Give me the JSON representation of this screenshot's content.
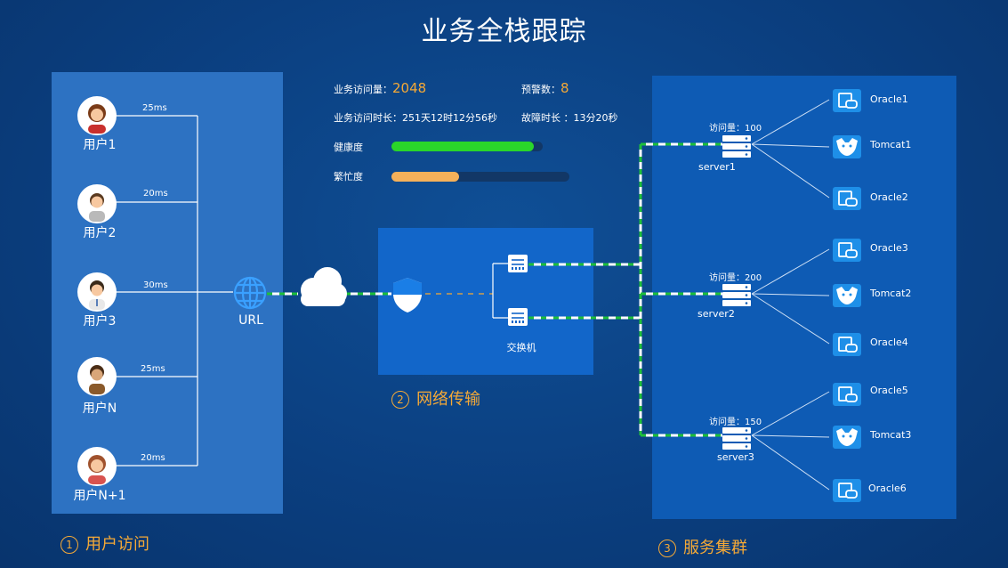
{
  "title": "业务全栈跟踪",
  "stats": {
    "visits_label": "业务访问量：",
    "visits_value": "2048",
    "alerts_label": "预警数：",
    "alerts_value": "8",
    "duration": "业务访问时长：251天12时12分56秒",
    "fault_duration": "故障时长 ：13分20秒",
    "health_label": "健康度",
    "health_fraction": 0.94,
    "busy_label": "繁忙度",
    "busy_fraction": 0.38
  },
  "users": [
    {
      "name": "用户1",
      "latency": "25ms"
    },
    {
      "name": "用户2",
      "latency": "20ms"
    },
    {
      "name": "用户3",
      "latency": "30ms"
    },
    {
      "name": "用户N",
      "latency": "25ms"
    },
    {
      "name": "用户N+1",
      "latency": "20ms"
    }
  ],
  "url_label": "URL",
  "switch_label": "交换机",
  "servers": [
    {
      "name": "server1",
      "visits": "访问量：100",
      "nodes": [
        "Oracle1",
        "Tomcat1",
        "Oracle2"
      ]
    },
    {
      "name": "server2",
      "visits": "访问量：200",
      "nodes": [
        "Oracle3",
        "Tomcat2",
        "Oracle4"
      ]
    },
    {
      "name": "server3",
      "visits": "访问量：150",
      "nodes": [
        "Oracle5",
        "Tomcat3",
        "Oracle6"
      ]
    }
  ],
  "sections": {
    "s1_num": "1",
    "s1": "用户访问",
    "s2_num": "2",
    "s2": "网络传输",
    "s3_num": "3",
    "s3": "服务集群"
  },
  "colors": {
    "accent": "#f5a936",
    "health": "#2ad62a",
    "busy": "#f5b15a",
    "link_dash": "#1fbf3a"
  }
}
